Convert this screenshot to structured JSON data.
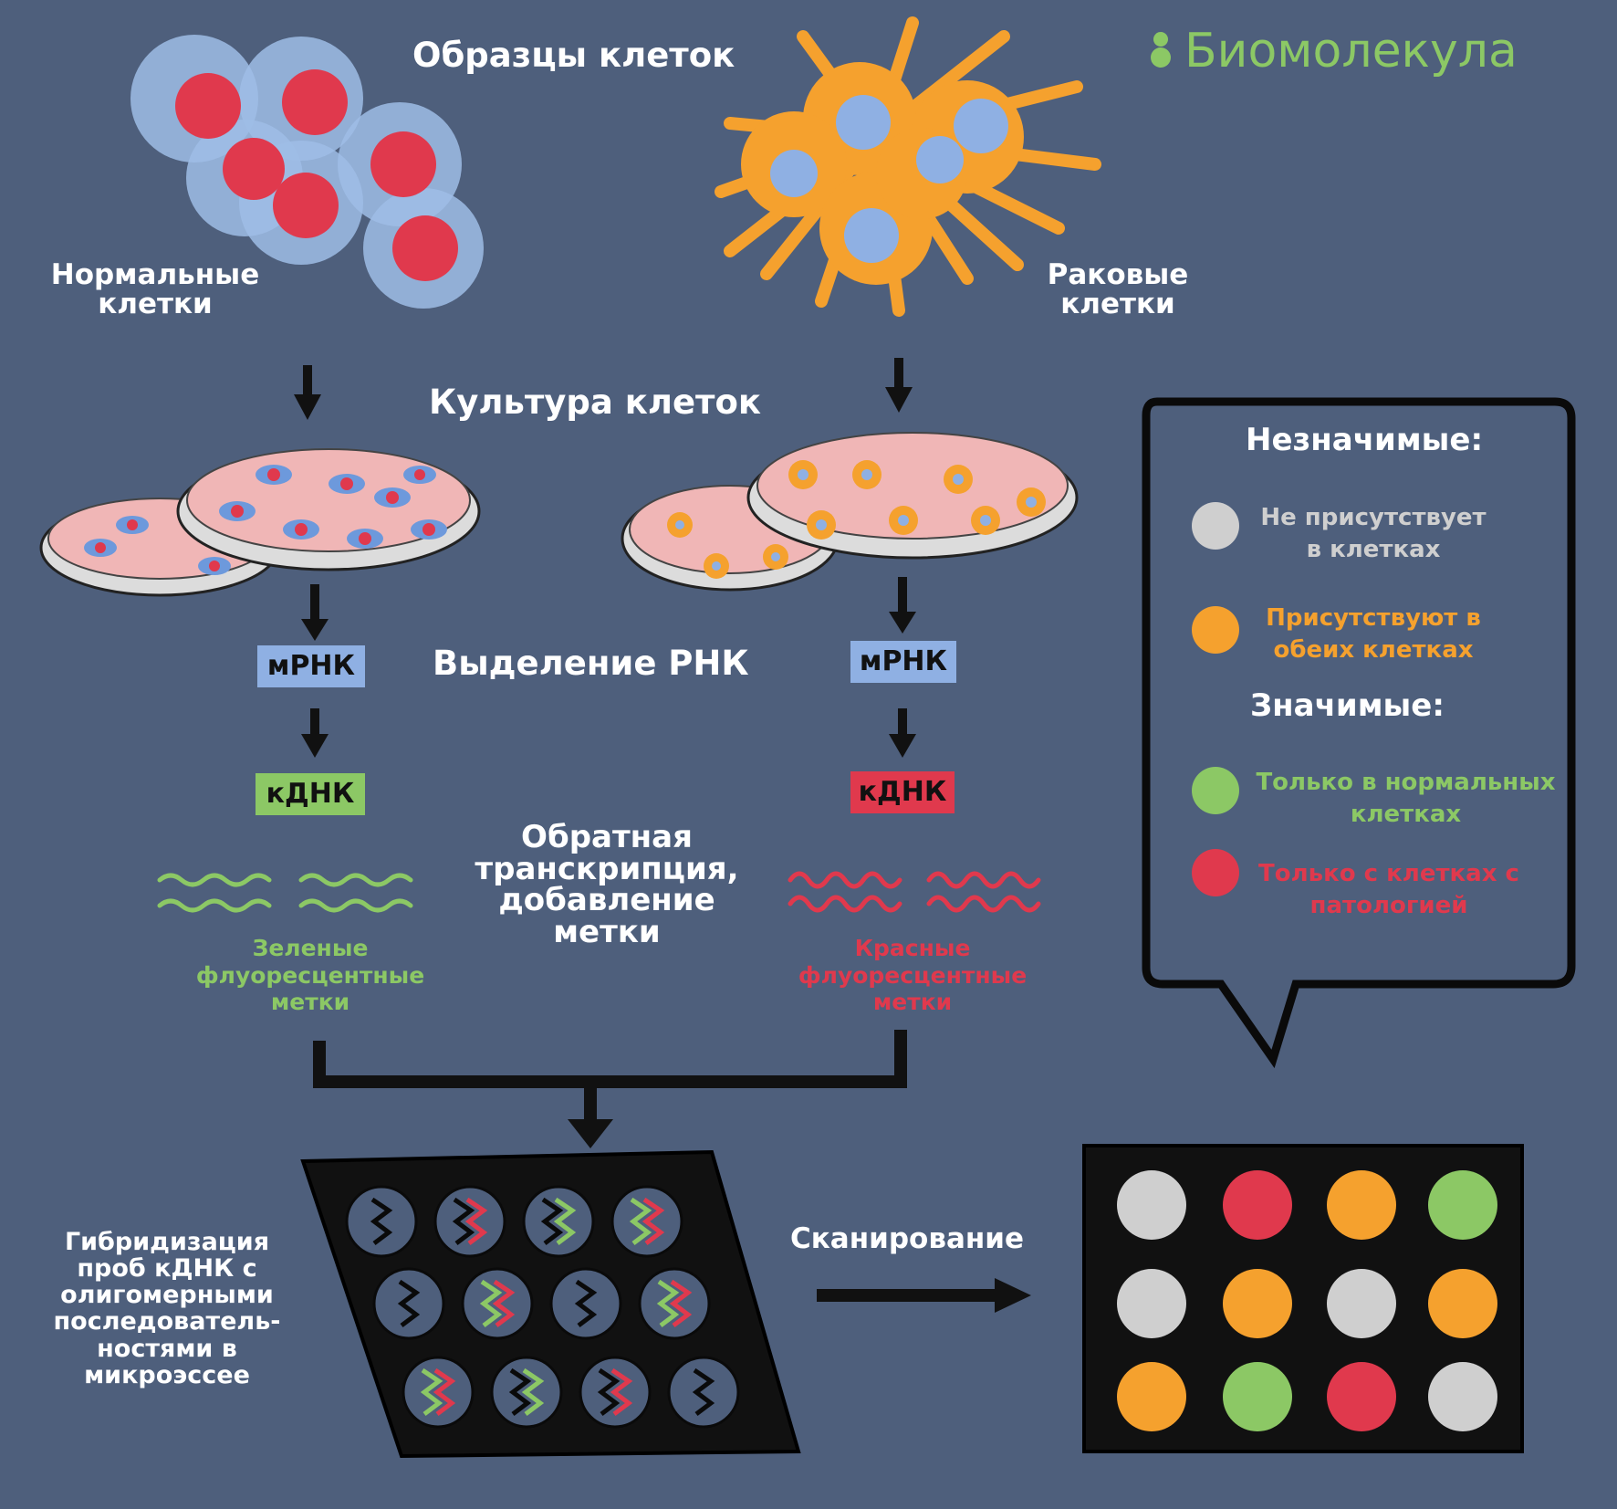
{
  "header": {
    "samples_title": "Образцы клеток",
    "logo_text": "Биомолекула"
  },
  "cells": {
    "normal_label": "Нормальные клетки",
    "cancer_label": "Раковые клетки"
  },
  "steps": {
    "culture": "Культура клеток",
    "rna_extraction": "Выделение РНК",
    "reverse_transcription": "Обратная транскрипция, добавление метки",
    "hybridization": "Гибридизация проб кДНК с олигомерными последователь- ностями в микроэссее",
    "scanning": "Сканирование"
  },
  "left_branch": {
    "mrna": "мРНК",
    "cdna": "кДНК",
    "probe_label": "Зеленые флуоресцентные метки"
  },
  "right_branch": {
    "mrna": "мРНК",
    "cdna": "кДНК",
    "probe_label": "Красные флуоресцентные метки"
  },
  "legend": {
    "insignificant_title": "Незначимые:",
    "significant_title": "Значимые:",
    "items": [
      {
        "label": "Не присутствует в клетках",
        "color": "#cfcfcf"
      },
      {
        "label": "Присутствуют в обеих клетках",
        "color": "#f5a12e"
      },
      {
        "label": "Только в нормальных клетках",
        "color": "#8cc865"
      },
      {
        "label": "Только с клетках с патологией",
        "color": "#e0394d"
      }
    ]
  },
  "scan_result": {
    "rows": [
      [
        "grey",
        "red",
        "orange",
        "green"
      ],
      [
        "grey",
        "orange",
        "grey",
        "orange"
      ],
      [
        "orange",
        "green",
        "red",
        "grey"
      ]
    ]
  },
  "microarray": {
    "rows": [
      [
        "black",
        "black-red",
        "black-green",
        "green-red"
      ],
      [
        "black",
        "green-red",
        "black",
        "green-red"
      ],
      [
        "green-red",
        "black-green",
        "black-red",
        "black"
      ]
    ]
  },
  "colors": {
    "background": "#4e5f7c",
    "green": "#8cc865",
    "red": "#e0394d",
    "orange": "#f5a12e",
    "grey": "#cfcfcf",
    "mrna_box": "#8fb0e3"
  }
}
